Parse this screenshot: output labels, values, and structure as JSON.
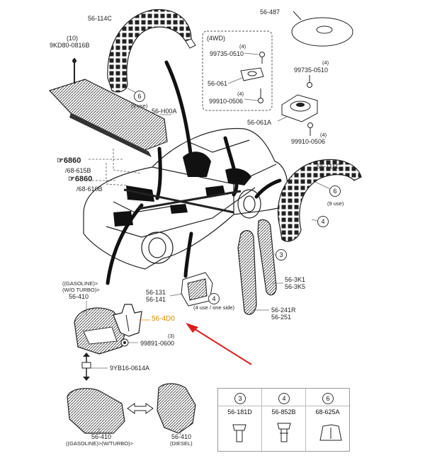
{
  "labels": {
    "p56_114c": "56-114C",
    "p56_487": "56-487",
    "qty10": "(10)",
    "p9kd80": "9KD80-0816B",
    "wd4": "(4WD)",
    "qty4_a": "(4)",
    "p99735_a": "99735-0510",
    "p56_061": "56-061",
    "qty4_b": "(4)",
    "p99910_a": "99910-0506",
    "qty4_c": "(4)",
    "p99735_b": "99735-0510",
    "use9_a": "(9 use)",
    "p56_h00a": "56-H00A",
    "p56_061a": "56-061A",
    "qty4_d": "(4)",
    "p99910_b": "99910-0506",
    "n6860_a": "6860",
    "p68_615b": "/68-615B",
    "n6860_b": "6860",
    "p68_610b": "/68-610B",
    "p56_115c": "56-115C",
    "use9_b": "(9 use)",
    "p56_3k1": "56-3K1",
    "p56_3k5": "56-3K5",
    "gasoline1": "((GASOLINE)>",
    "woturbo": "(W/O TURBO)>",
    "p56_410_a": "56-410",
    "p56_131": "56-131",
    "p56_141": "56-141",
    "use4": "(4 use / one side)",
    "p56_241r": "56-241R",
    "p56_251": "56-251",
    "p56_4d0": "56-4D0",
    "qty3": "(3)",
    "p99891": "99891-0600",
    "p9yb16": "9YB16-0614A",
    "p56_410_b": "56-410",
    "gas_turbo": "((GASOLINE)>(W/TURBO)>",
    "p56_410_c": "56-410",
    "diesel": "(DIESEL)"
  },
  "callouts": {
    "c6_a": "6",
    "c6_b": "6",
    "c4_a": "4",
    "c3_a": "3",
    "c4_b": "4"
  },
  "legend": [
    {
      "num": "3",
      "code": "56-181D"
    },
    {
      "num": "4",
      "code": "56-852B"
    },
    {
      "num": "6",
      "code": "68-625A"
    }
  ],
  "colors": {
    "highlight": "#e08a00",
    "arrow": "#d9201f",
    "line": "#222222"
  }
}
